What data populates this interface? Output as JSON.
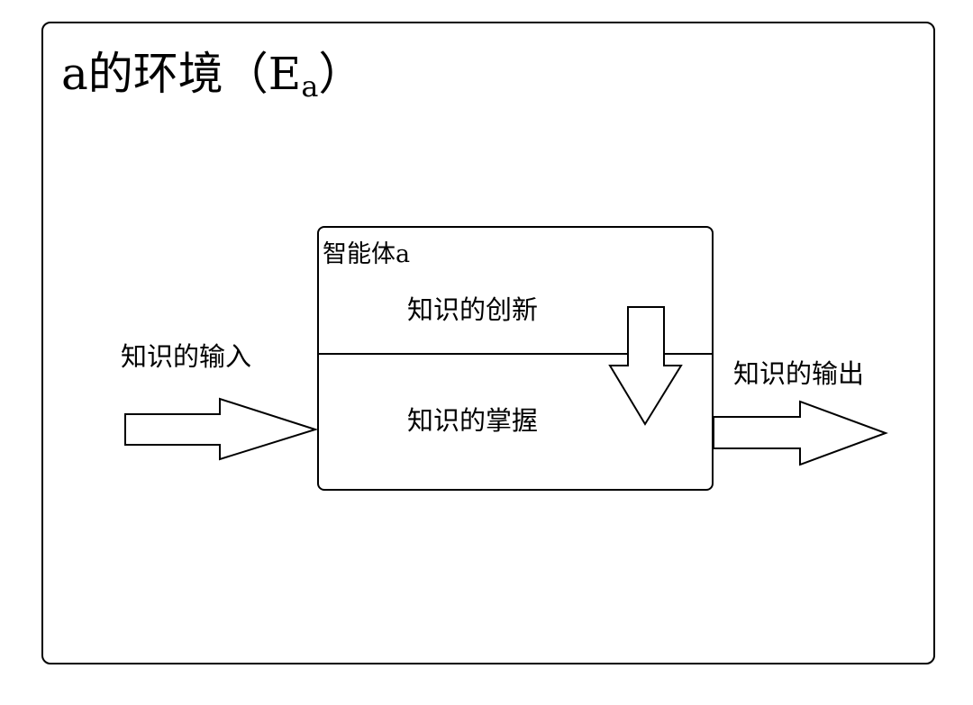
{
  "environment": {
    "title_main": "a的环境（E",
    "title_sub": "a",
    "title_close": "）"
  },
  "agent": {
    "label": "智能体a",
    "upper_layer": "知识的创新",
    "lower_layer": "知识的掌握"
  },
  "flows": {
    "input_label": "知识的输入",
    "output_label": "知识的输出"
  }
}
